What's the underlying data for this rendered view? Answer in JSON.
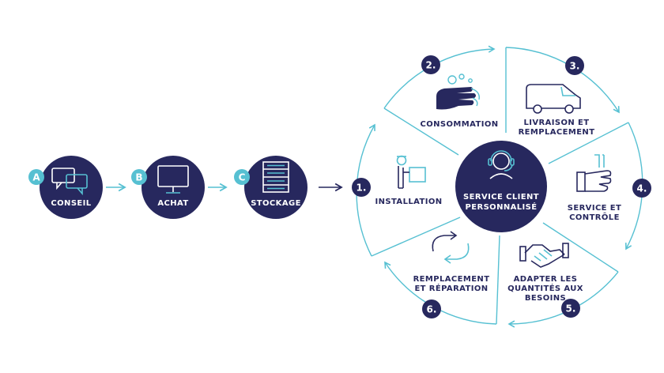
{
  "colors": {
    "navy": "#27285e",
    "teal": "#56c0d2",
    "white": "#ffffff"
  },
  "pre_steps": [
    {
      "letter": "A",
      "label": "CONSEIL",
      "icon": "chat-bubbles-icon"
    },
    {
      "letter": "B",
      "label": "ACHAT",
      "icon": "monitor-icon"
    },
    {
      "letter": "C",
      "label": "STOCKAGE",
      "icon": "shelving-icon"
    }
  ],
  "center": {
    "line1": "SERVICE CLIENT",
    "line2": "PERSONNALISÉ",
    "icon": "headset-agent-icon"
  },
  "cycle": [
    {
      "number": "1.",
      "lines": [
        "INSTALLATION"
      ],
      "icon": "delivery-person-icon"
    },
    {
      "number": "2.",
      "lines": [
        "CONSOMMATION"
      ],
      "icon": "hand-washing-icon"
    },
    {
      "number": "3.",
      "lines": [
        "LIVRAISON ET",
        "REMPLACEMENT"
      ],
      "icon": "van-icon"
    },
    {
      "number": "4.",
      "lines": [
        "SERVICE ET",
        "CONTRÔLE"
      ],
      "icon": "hand-wrench-icon"
    },
    {
      "number": "5.",
      "lines": [
        "ADAPTER LES",
        "QUANTITÉS AUX",
        "BESOINS"
      ],
      "icon": "handshake-icon"
    },
    {
      "number": "6.",
      "lines": [
        "REMPLACEMENT",
        "ET RÉPARATION"
      ],
      "icon": "refresh-arrows-icon"
    }
  ]
}
